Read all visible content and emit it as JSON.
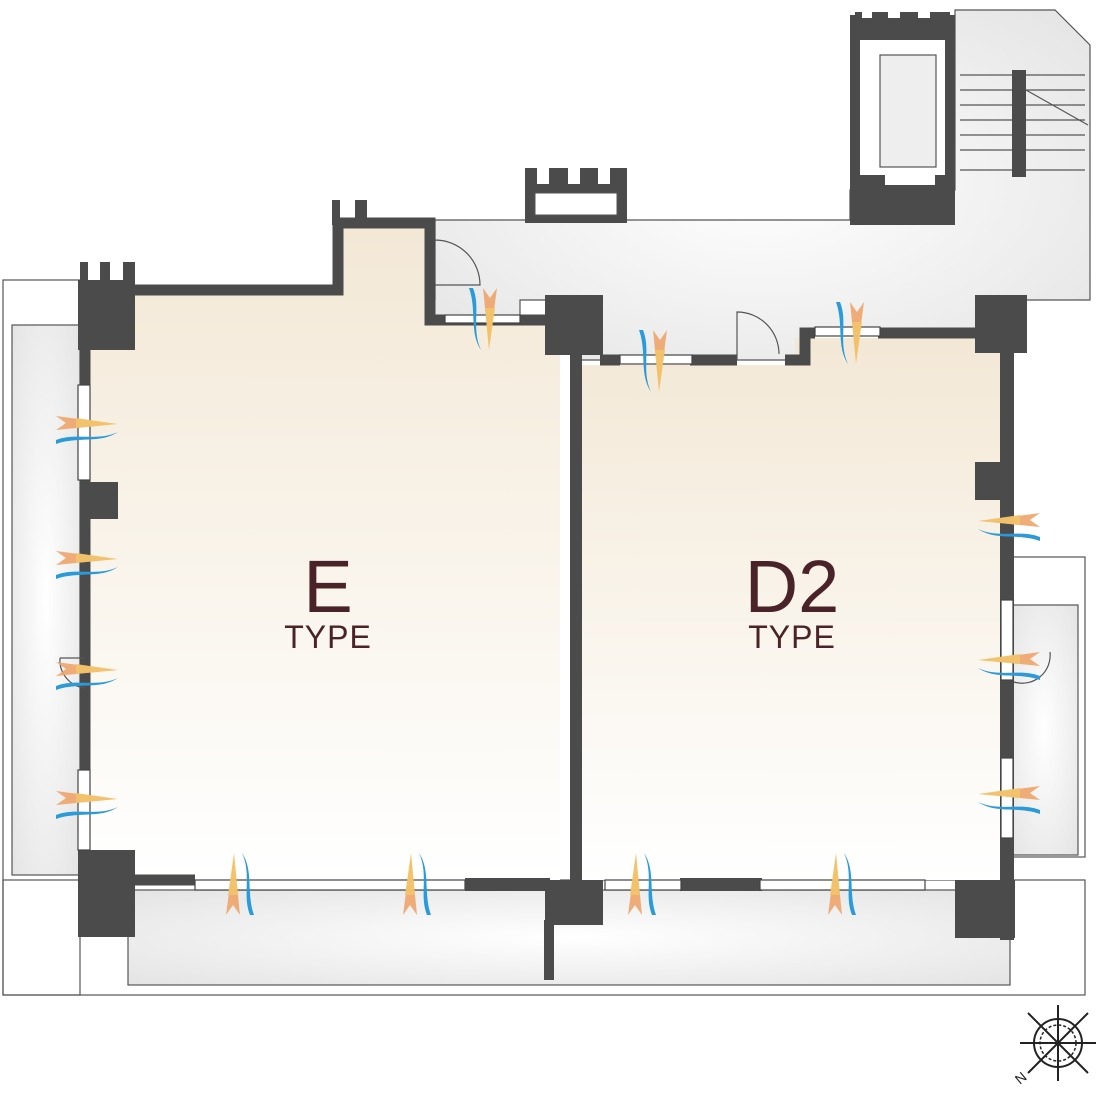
{
  "rooms": [
    {
      "id": "E",
      "name": "E",
      "type_label": "TYPE"
    },
    {
      "id": "D2",
      "name": "D2",
      "type_label": "TYPE"
    }
  ],
  "compass": {
    "north_label": "N"
  },
  "colors": {
    "wall": "#4b4b4b",
    "floor_top": "#f3e8d6",
    "floor_bottom": "#ffffff",
    "label": "#4a2328",
    "wind_orange": "#eea46a",
    "wind_yellow": "#f2c46a",
    "wind_blue": "#2a9ad8",
    "balcony": "#ececec"
  }
}
